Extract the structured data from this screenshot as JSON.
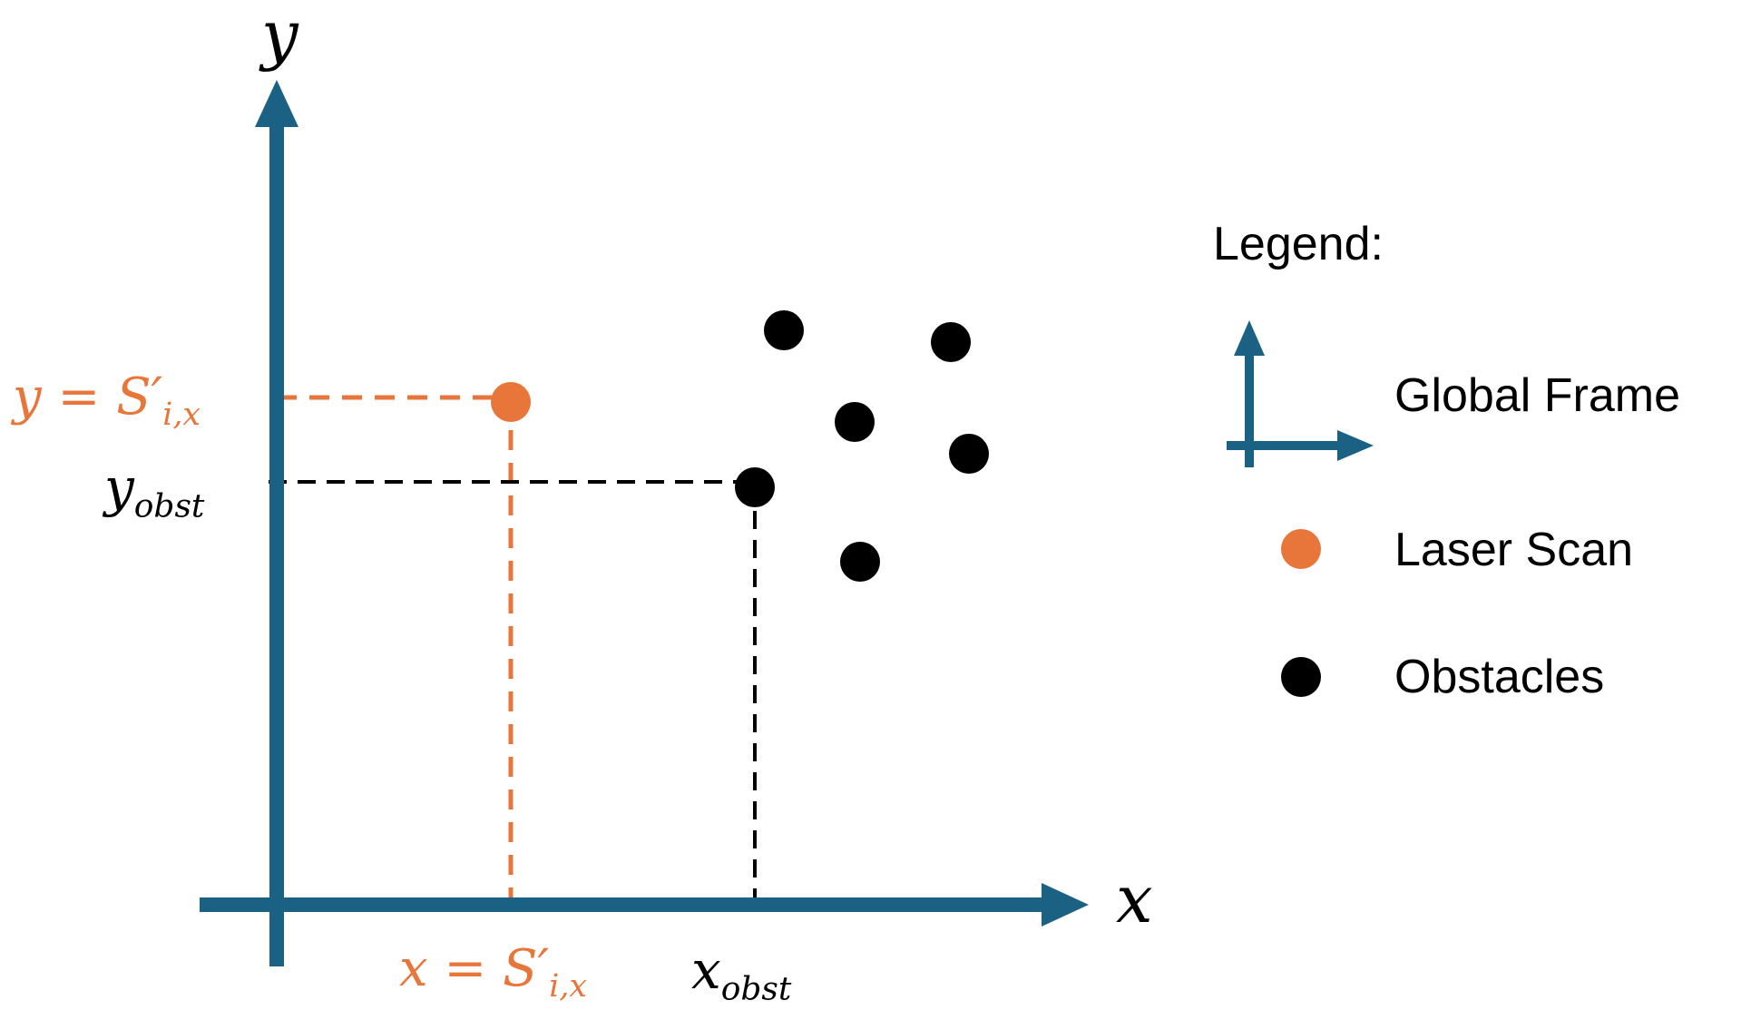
{
  "colors": {
    "axis": "#1a6183",
    "laser": "#e8763a",
    "obstacle": "#000000",
    "guide_black": "#000000"
  },
  "axes": {
    "x_label": "x",
    "y_label": "y"
  },
  "labels": {
    "laser_y": {
      "lhs": "y",
      "eq": "=",
      "sym": "S′",
      "sub": "i,x"
    },
    "laser_x": {
      "lhs": "x",
      "eq": "=",
      "sym": "S′",
      "sub": "i,x"
    },
    "obst_y": {
      "sym": "y",
      "sub": "obst"
    },
    "obst_x": {
      "sym": "x",
      "sub": "obst"
    }
  },
  "legend": {
    "title": "Legend:",
    "items": [
      {
        "label": "Global Frame",
        "icon": "global-frame-icon"
      },
      {
        "label": "Laser Scan",
        "icon": "laser-dot-icon"
      },
      {
        "label": "Obstacles",
        "icon": "obstacle-dot-icon"
      }
    ]
  },
  "scene": {
    "laser_point_count": 1,
    "obstacle_count": 6
  }
}
